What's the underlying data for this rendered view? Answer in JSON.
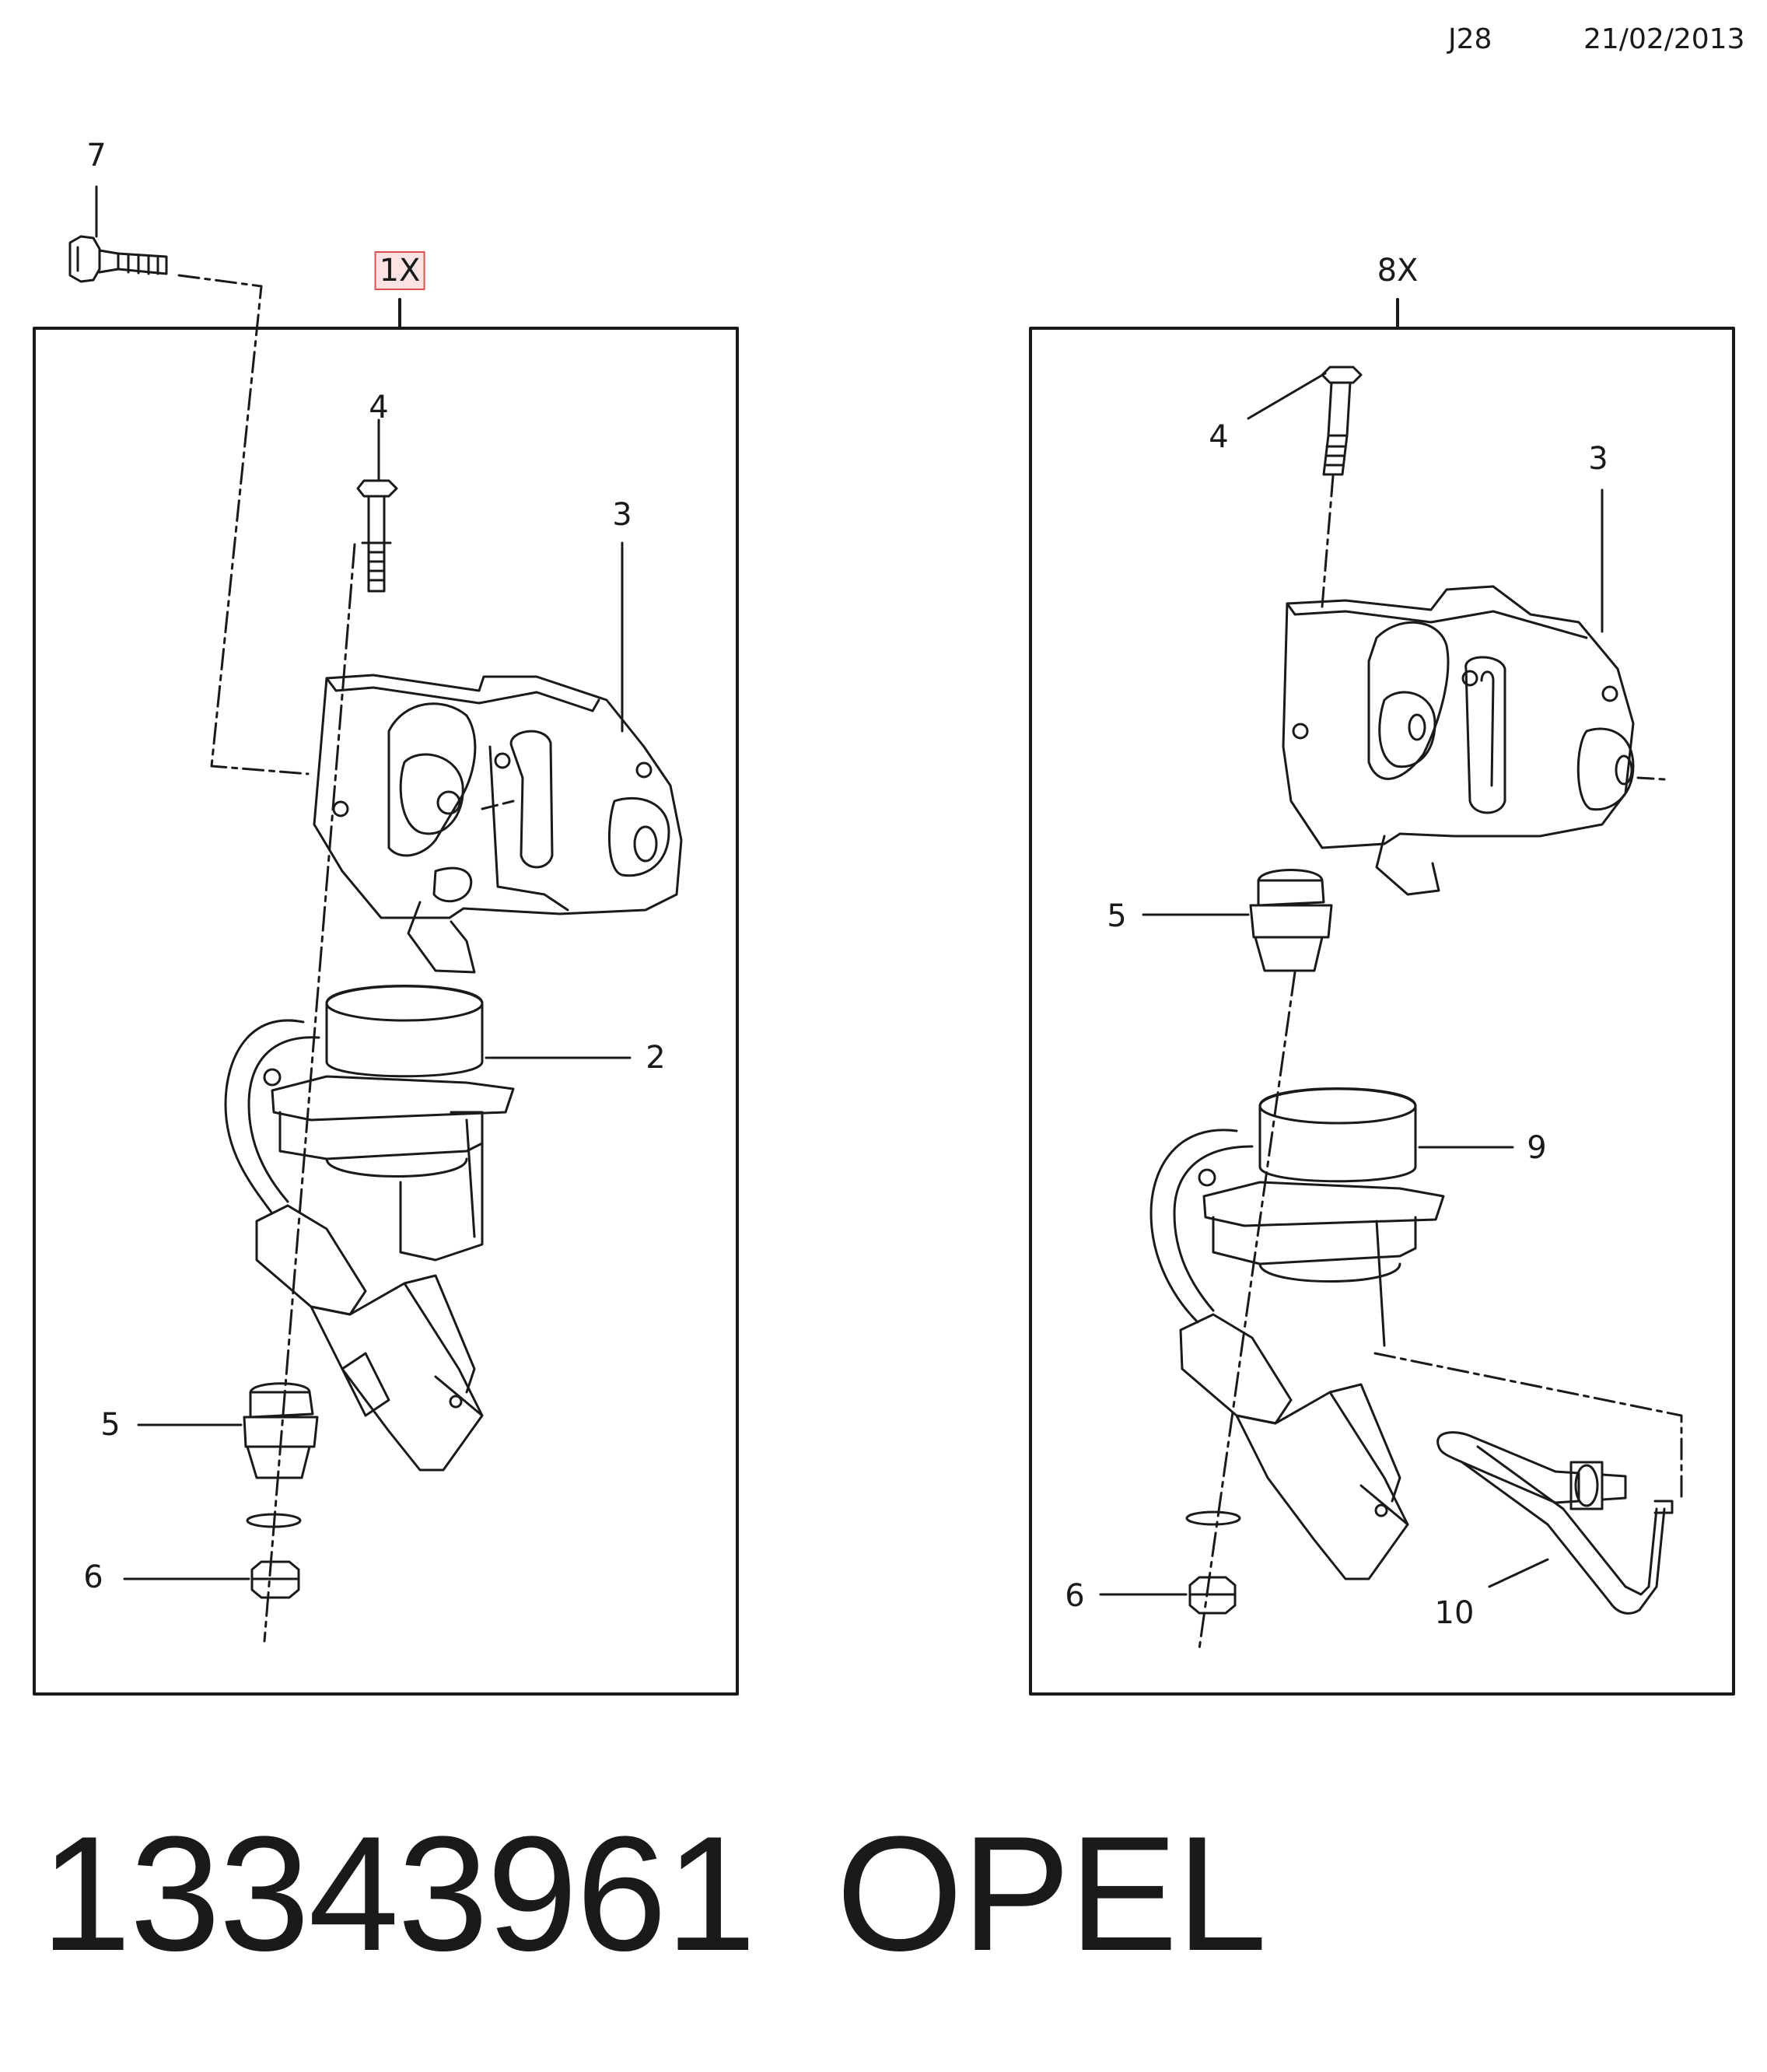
{
  "header": {
    "code": "J28",
    "date": "21/02/2013"
  },
  "groups": {
    "left": {
      "label": "1X"
    },
    "right": {
      "label": "8X"
    }
  },
  "callouts": {
    "left": {
      "c7": "7",
      "c4": "4",
      "c3": "3",
      "c2": "2",
      "c5": "5",
      "c6": "6"
    },
    "right": {
      "c4": "4",
      "c3": "3",
      "c5": "5",
      "c9": "9",
      "c6": "6",
      "c10": "10"
    }
  },
  "footer": {
    "part_number": "13343961",
    "brand": "OPEL"
  }
}
